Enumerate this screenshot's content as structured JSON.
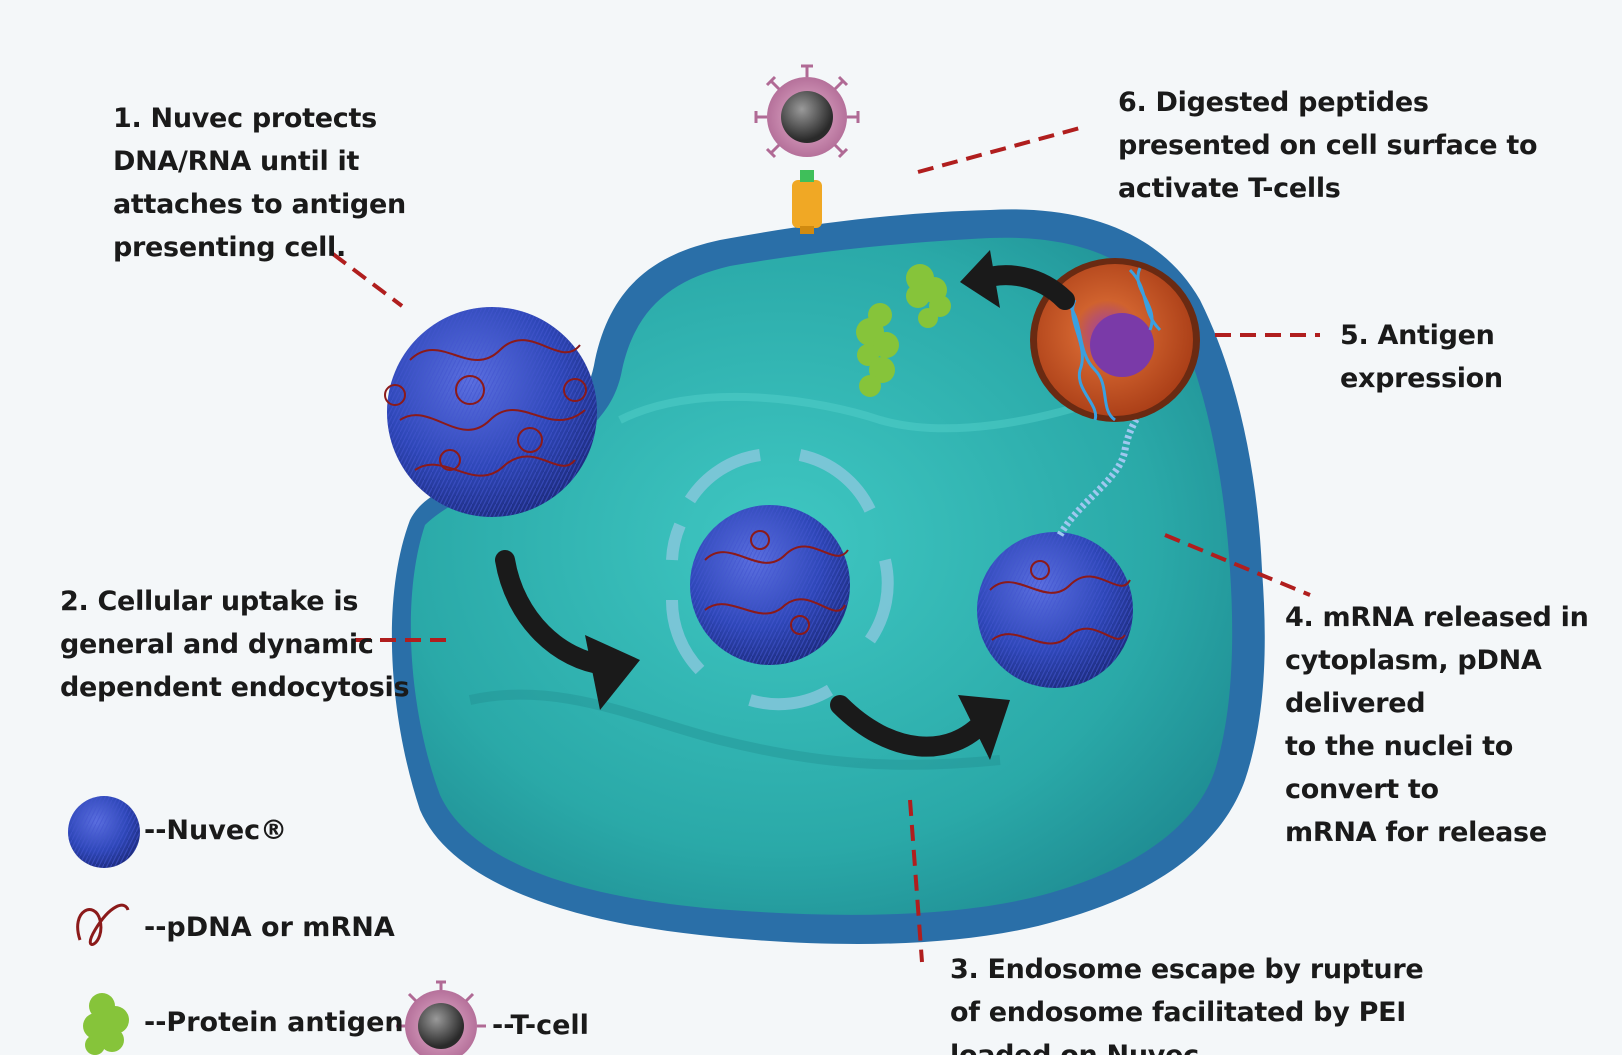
{
  "steps": {
    "step1": "1. Nuvec protects\nDNA/RNA until it\nattaches to antigen\npresenting cell.",
    "step2": "2. Cellular uptake is\ngeneral and dynamic\ndependent endocytosis",
    "step3": "3. Endosome escape by rupture\nof endosome facilitated by PEI\nloaded on Nuvec",
    "step4": "4. mRNA released in\ncytoplasm, pDNA delivered\nto the nuclei to convert to\nmRNA for release",
    "step5": "5. Antigen expression",
    "step6": "6. Digested peptides\npresented on cell surface to\nactivate T-cells"
  },
  "legend": {
    "nuvec": "--Nuvec®",
    "dna": "--pDNA or mRNA",
    "protein": "--Protein antigen",
    "tcell": "--T-cell"
  },
  "colors": {
    "cell": "#2fb3b1",
    "cell_edge": "#2a6fa8",
    "nanoparticle": "#2e47b8",
    "nucleic_acid": "#8b1a1a",
    "protein": "#86c43a",
    "tcell": "#c47aa5",
    "nucleus": "#e0722a",
    "leader": "#b01e1e",
    "arrow": "#1a1a1a"
  },
  "icons": [
    "nanoparticle-icon",
    "nucleic-acid-icon",
    "protein-antigen-icon",
    "t-cell-icon",
    "nucleus-icon",
    "receptor-icon",
    "endosome-icon"
  ]
}
